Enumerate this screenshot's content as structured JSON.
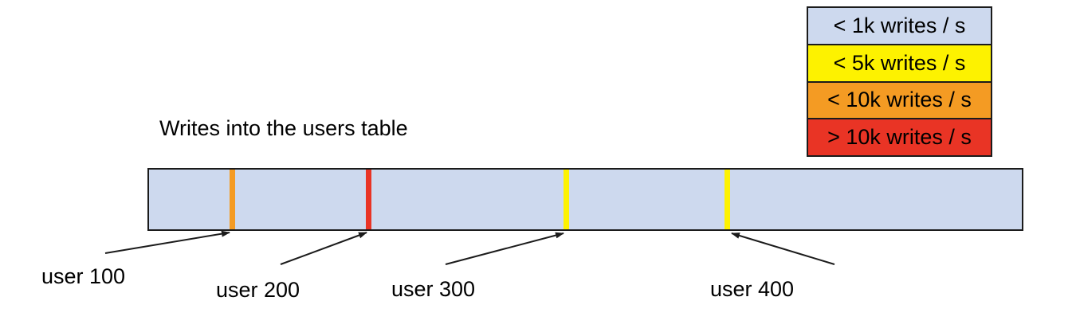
{
  "title": "Writes into the users table",
  "colors": {
    "bar_fill": "#cdd9ee",
    "blue": "#cdd9ee",
    "yellow": "#fdf200",
    "orange": "#f49b23",
    "red": "#e93425"
  },
  "legend": {
    "items": [
      {
        "label": "< 1k writes / s",
        "color": "#cdd9ee"
      },
      {
        "label": "< 5k writes / s",
        "color": "#fdf200"
      },
      {
        "label": "< 10k writes / s",
        "color": "#f49b23"
      },
      {
        "label": "> 10k writes / s",
        "color": "#e93425"
      }
    ]
  },
  "bar": {
    "markers": [
      {
        "label": "user 100",
        "color": "#f49b23"
      },
      {
        "label": "user 200",
        "color": "#e93425"
      },
      {
        "label": "user 300",
        "color": "#fdf200"
      },
      {
        "label": "user 400",
        "color": "#fdf200"
      }
    ]
  }
}
